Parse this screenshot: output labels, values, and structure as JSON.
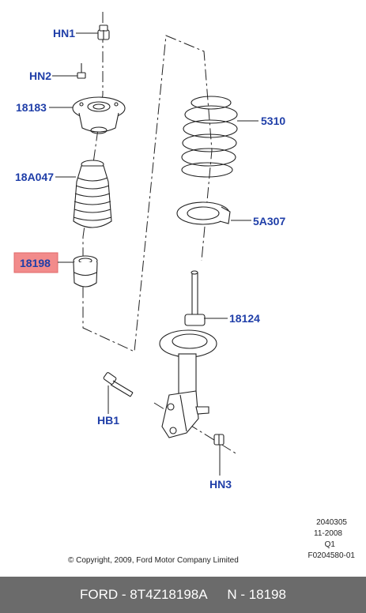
{
  "callouts": {
    "hn1": "HN1",
    "hn2": "HN2",
    "c18183": "18183",
    "c18a047": "18A047",
    "c18198": "18198",
    "c5310": "5310",
    "c5a307": "5A307",
    "c18124": "18124",
    "hb1": "HB1",
    "hn3": "HN3"
  },
  "highlight_color": "#f28b8b",
  "label_color": "#1f3ea8",
  "meta": {
    "line1": "2040305",
    "line2": "11-2008",
    "line3": "Q1",
    "line4": "F0204580-01",
    "copyright": "© Copyright, 2009, Ford Motor Company Limited"
  },
  "footer": {
    "brand_part": "FORD - 8T4Z18198A",
    "ref": "N - 18198"
  }
}
